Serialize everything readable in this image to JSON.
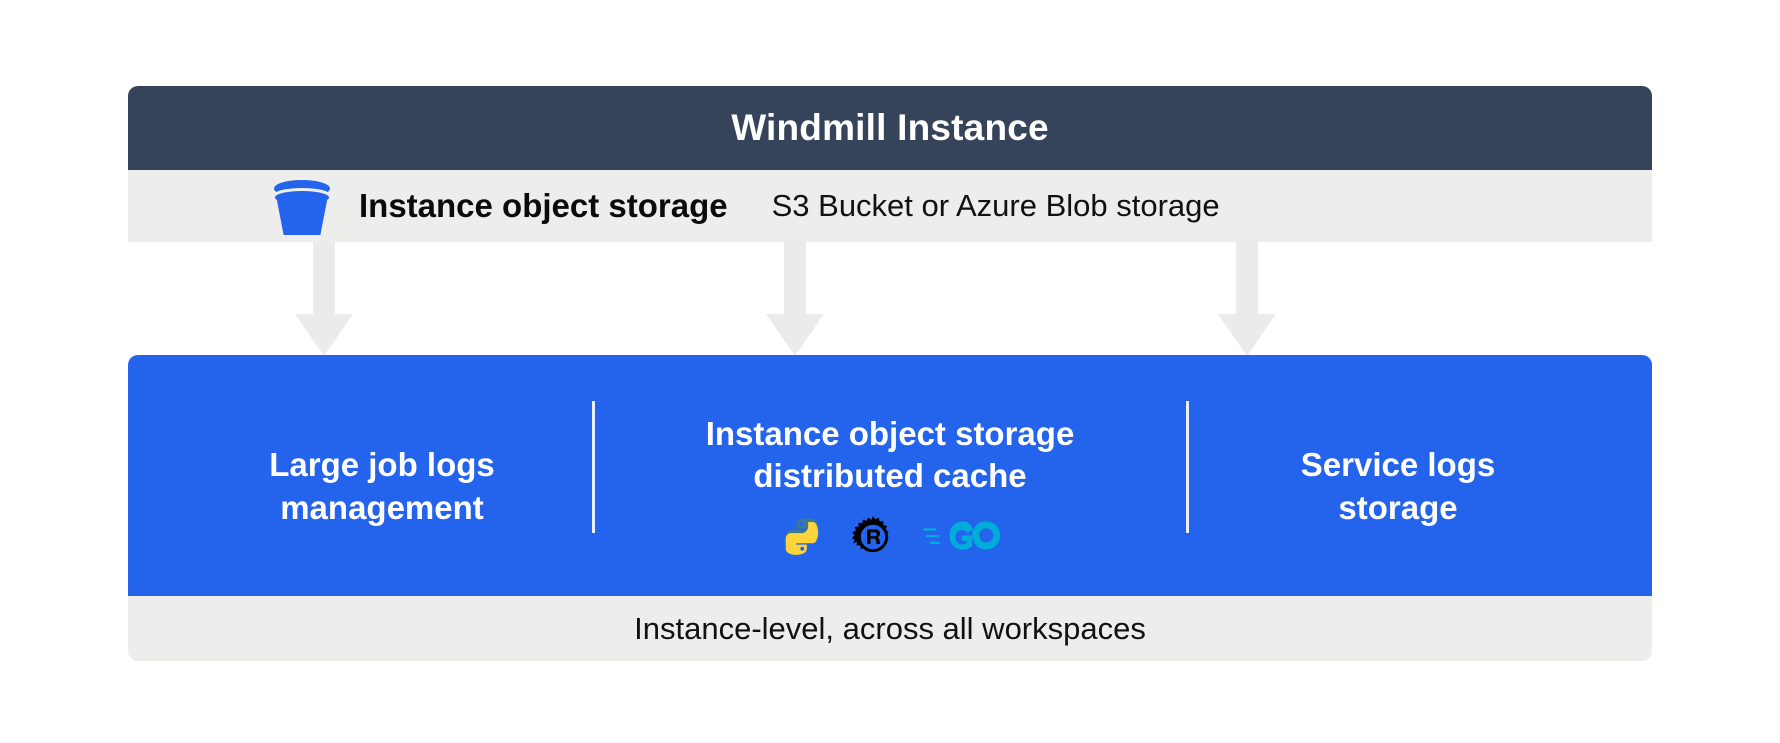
{
  "header": {
    "title": "Windmill Instance"
  },
  "subheader": {
    "icon": "s3-bucket-icon",
    "title": "Instance object storage",
    "subtitle": "S3 Bucket or Azure Blob storage"
  },
  "arrows": [
    {
      "name": "arrow-to-large-job-logs"
    },
    {
      "name": "arrow-to-distributed-cache"
    },
    {
      "name": "arrow-to-service-logs"
    }
  ],
  "columns": [
    {
      "label": "Large job logs\nmanagement",
      "languages": []
    },
    {
      "label": "Instance object storage\ndistributed cache",
      "languages": [
        "python-icon",
        "rust-icon",
        "go-icon"
      ]
    },
    {
      "label": "Service logs\nstorage",
      "languages": []
    }
  ],
  "footer": {
    "text": "Instance-level, across all workspaces"
  },
  "colors": {
    "header_bg": "#35445a",
    "strip_bg": "#ededec",
    "panel_bg": "#2463eb",
    "arrow": "#ebebeb",
    "divider": "#e8eefc",
    "python_blue": "#3a7a92",
    "python_yellow": "#ffd43b",
    "rust_black": "#000000",
    "go_cyan": "#00add8",
    "text_light": "#ffffff",
    "text_dark": "#111111"
  }
}
